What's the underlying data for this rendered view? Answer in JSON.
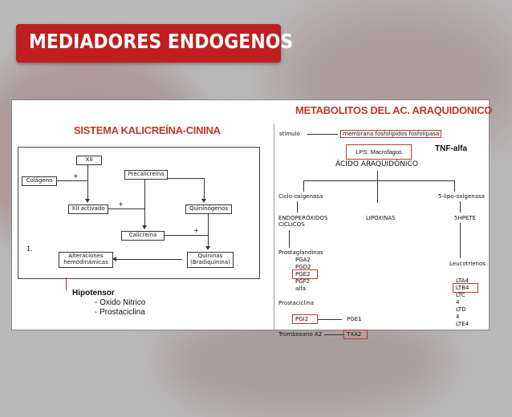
{
  "title": "MEDIADORES ENDOGENOS",
  "left": {
    "heading": "SISTEMA KALICREÍNA-CININA",
    "diagram": {
      "xii": "XII",
      "colageno": "Colágeno",
      "precalicreina": "Precalicreína",
      "xii_activado": "XII activado",
      "quininogenos": "Quininógenos",
      "calicreina": "Calicreína",
      "alteraciones": "Alteraciones hemodinámicas",
      "quininas": "Quininas (Bradiquinina)",
      "plus": "+",
      "side_mark": "1."
    },
    "hipotensor": {
      "title": "Hipotensor",
      "items": [
        "- Oxido Nitrico",
        "- Prostaciclina"
      ]
    }
  },
  "right": {
    "heading": "METABOLITOS DEL AC. ARAQUIDONICO",
    "estimulo": "stímulo",
    "membrana": "membrana fosfolípidos fosfolipasa",
    "lps": "LPS: Macrofagos",
    "tnf": "TNF-alfa",
    "acido": "ÁCIDO ARAQUIDÓNICO",
    "ciclo": "Ciclo-oxigenasa",
    "lipo": "5-lipo-oxigenasa",
    "endo": "ENDOPERÓXIDOS CÍCLICOS",
    "lipoxinas": "LIPOXINAS",
    "hpete": "5HPETE",
    "prostaglandinas": "Prostaglandinas",
    "pga2": "PGA2",
    "pgd2": "PGD2",
    "pge2": "PGE2",
    "pgf2": "PGF2",
    "alfa": "alfa",
    "leucotrienos": "Leucotrienos",
    "lta4": "LTA4",
    "ltb4": "LTB4",
    "ltc": "LTC",
    "ltc4": "4",
    "ltd": "LTD",
    "ltd4": "4",
    "lte4": "LTE4",
    "prostaciclina": "Prostaciclina",
    "pgi2": "PGI2",
    "pge1": "PGE1",
    "tromboxano": "Tromboxano A2",
    "txa2": "TXA2"
  },
  "colors": {
    "accent": "#bf1e1e",
    "heading": "#c0392b"
  }
}
